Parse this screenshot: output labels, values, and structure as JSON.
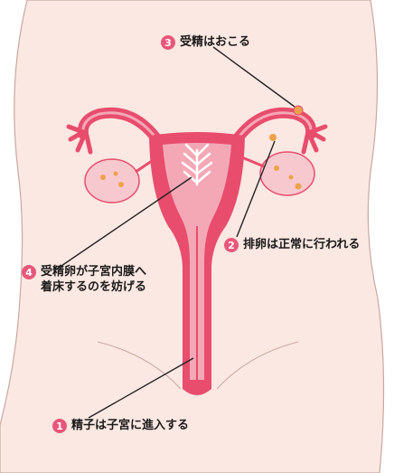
{
  "colors": {
    "skin": "#fbe8e2",
    "skin_edge": "#c9a8a0",
    "organ": "#e84d6d",
    "organ_inner": "#f4a8b6",
    "ovary": "#f7c9cf",
    "badge": "#e8577a",
    "line": "#222222"
  },
  "labels": [
    {
      "number": "3",
      "text": "受精はおこる"
    },
    {
      "number": "2",
      "text": "排卵は正常に行われる"
    },
    {
      "number": "4",
      "line1": "受精卵が子宮内膜へ",
      "line2": "着床するのを妨げる"
    },
    {
      "number": "1",
      "text": "精子は子宮に進入する"
    }
  ]
}
